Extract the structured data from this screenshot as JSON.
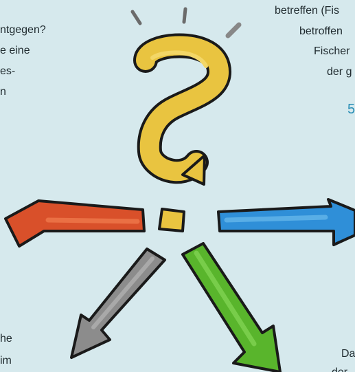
{
  "colors": {
    "background": "#d6e9ed",
    "text": "#1f2a2e",
    "accent_number": "#2a8fb6",
    "question_mark": "#e9c440",
    "arrow_left": "#d9502a",
    "arrow_right": "#2f8fd8",
    "arrow_down_left": "#8c8c8c",
    "arrow_down_right": "#59b52c",
    "outline": "#1a1a1a"
  },
  "left_text": {
    "line1": "ntgegen?",
    "line2": "e eine",
    "line3": "es-",
    "line4": "n"
  },
  "right_text": {
    "line1": "betreffen (Fis",
    "line2": "betroffen",
    "line3": "Fischer",
    "line4": "der g",
    "number_fragment": "5"
  },
  "bottom_left_text": {
    "line1": "he",
    "line2": "im"
  },
  "bottom_right_text": {
    "line1": "Da",
    "line2": "der"
  },
  "illustration": {
    "center": "question-mark-icon",
    "arrows": [
      "arrow-left-icon",
      "arrow-right-icon",
      "arrow-down-left-icon",
      "arrow-down-right-icon"
    ]
  }
}
